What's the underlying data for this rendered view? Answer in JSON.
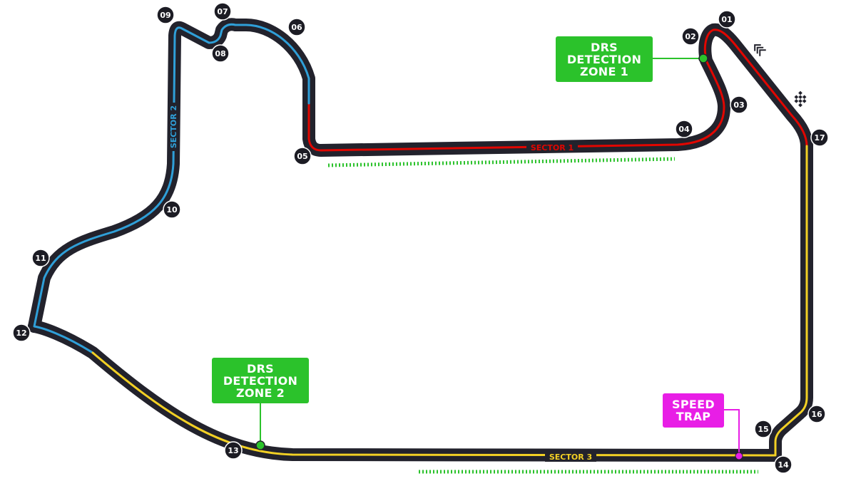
{
  "colors": {
    "track": "#22222c",
    "sector1": "#e10600",
    "sector2": "#2f9fd8",
    "sector3": "#f2d024",
    "drs": "#2bc22b",
    "speed_trap": "#e81ee6",
    "corner_badge": "#1c1c24"
  },
  "sectors": [
    {
      "key": "sector1",
      "label": "SECTOR 1"
    },
    {
      "key": "sector2",
      "label": "SECTOR 2"
    },
    {
      "key": "sector3",
      "label": "SECTOR 3"
    }
  ],
  "corners": [
    "01",
    "02",
    "03",
    "04",
    "05",
    "06",
    "07",
    "08",
    "09",
    "10",
    "11",
    "12",
    "13",
    "14",
    "15",
    "16",
    "17"
  ],
  "drs_zones": [
    {
      "label_lines": [
        "DRS",
        "DETECTION",
        "ZONE 1"
      ]
    },
    {
      "label_lines": [
        "DRS",
        "DETECTION",
        "ZONE 2"
      ]
    }
  ],
  "speed_trap": {
    "label_lines": [
      "SPEED",
      "TRAP"
    ]
  },
  "icons": [
    "chequered-flag-icon",
    "direction-chevrons-icon"
  ]
}
